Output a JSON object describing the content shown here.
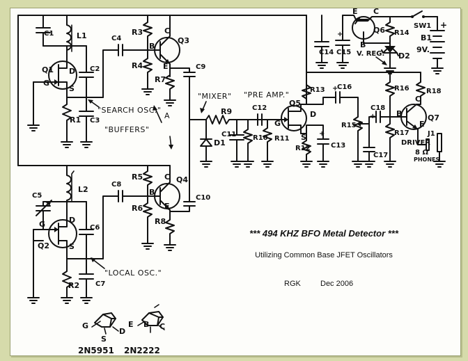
{
  "title": "*** 494 KHZ BFO Metal Detector ***",
  "subtitle": "Utilizing Common Base JFET Oscillators",
  "author": "RGK",
  "date": "Dec 2006",
  "annotations": {
    "search_osc": "\"SEARCH OSC.\"",
    "local_osc": "\"LOCAL OSC.\"",
    "buffers": "\"BUFFERS\"",
    "mixer": "\"MIXER\"",
    "pre_amp": "\"PRE AMP.\"",
    "driver": "DRIVER",
    "v_reg": "V. REG.",
    "phones_imp": "8 Ω",
    "phones": "PHONES",
    "buffers_tag": "A"
  },
  "components": {
    "C1": "C1",
    "L1": "L1",
    "C2": "C2",
    "C3": "C3",
    "C4": "C4",
    "Q1": "Q1",
    "R1": "R1",
    "R3": "R3",
    "R4": "R4",
    "R7": "R7",
    "Q3": "Q3",
    "C9": "C9",
    "C5": "C5",
    "L2": "L2",
    "C6": "C6",
    "C7": "C7",
    "C8": "C8",
    "Q2": "Q2",
    "R2": "R2",
    "R5": "R5",
    "R6": "R6",
    "R8": "R8",
    "Q4": "Q4",
    "C10": "C10",
    "R9": "R9",
    "D1": "D1",
    "C11": "C11",
    "C12": "C12",
    "R10": "R10",
    "R11": "R11",
    "Q5": "Q5",
    "R12": "R12",
    "C13": "C13",
    "R13": "R13",
    "C16": "C16",
    "R15": "R15",
    "C17": "C17",
    "C18": "C18",
    "R16": "R16",
    "R17": "R17",
    "R18": "R18",
    "Q7": "Q7",
    "J1": "J1",
    "C14": "C14",
    "C15": "C15",
    "Q6": "Q6",
    "R14": "R14",
    "D2": "D2",
    "SW1": "SW1",
    "B1": "B1",
    "B1_voltage": "9V."
  },
  "pins": {
    "G": "G",
    "D": "D",
    "S": "S",
    "B": "B",
    "C": "C",
    "E": "E",
    "plus": "+"
  },
  "pinouts": {
    "jfet": "2N5951",
    "bjt": "2N2222"
  }
}
